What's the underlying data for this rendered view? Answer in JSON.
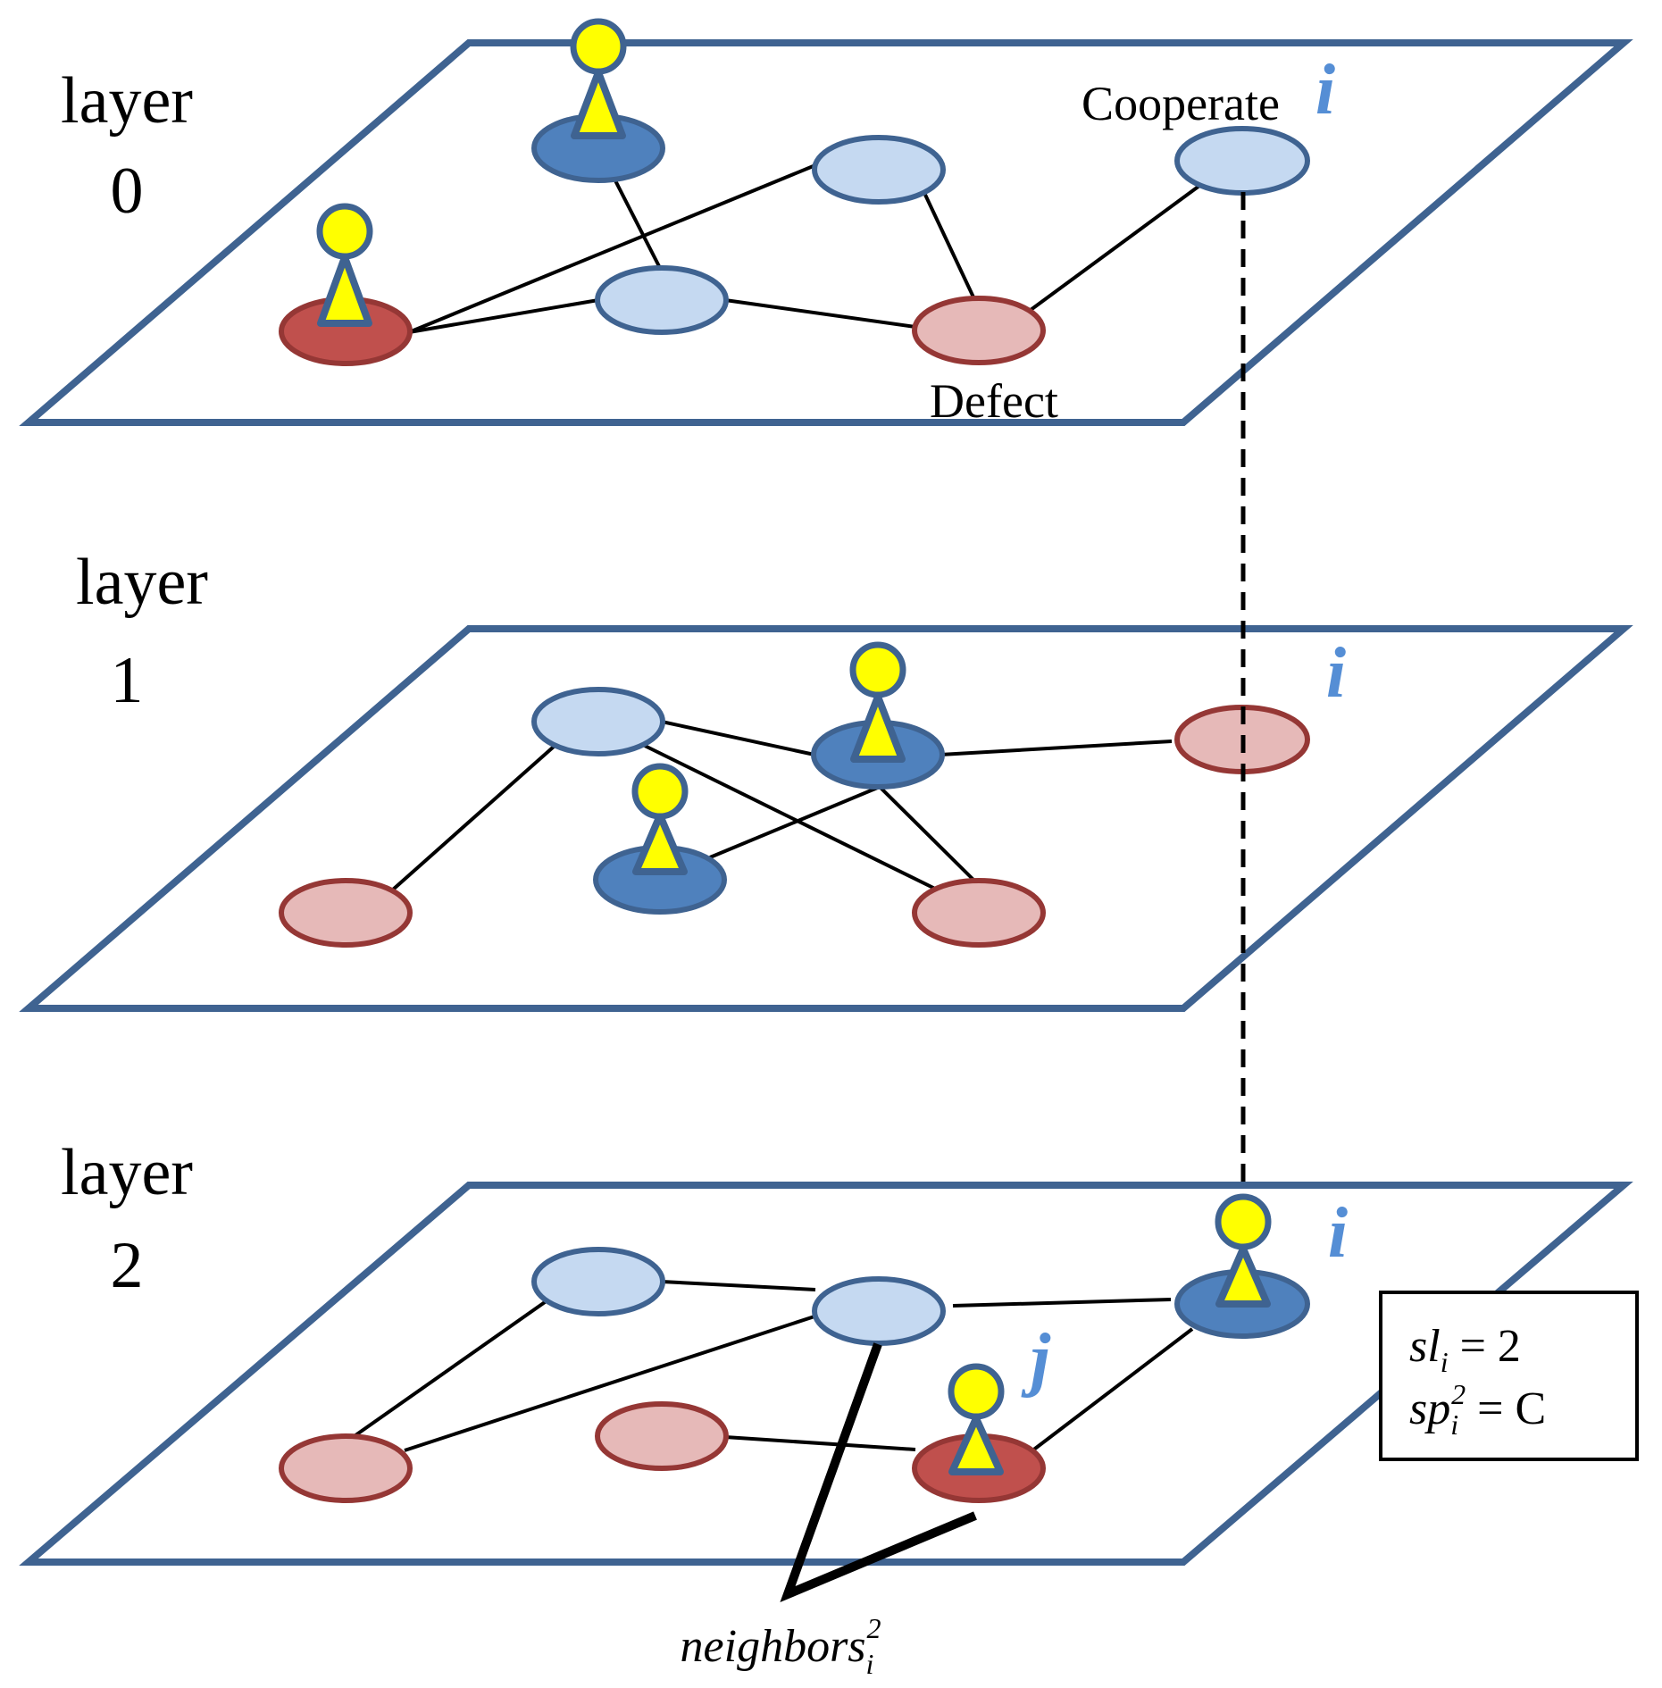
{
  "colors": {
    "plane_stroke": "#3F6391",
    "edge": "#000000",
    "coop_fill": "#C5D9F1",
    "coop_stroke": "#3F6391",
    "coop_selected_fill": "#4F81BD",
    "defect_fill": "#E6B9B8",
    "defect_stroke": "#953735",
    "defect_selected_fill": "#C0504D",
    "agent_head": "#FFFF00",
    "agent_stroke": "#3F6391",
    "label_blue": "#558ED5"
  },
  "layers": [
    {
      "name": "layer",
      "index": "0",
      "node_i_label": "i",
      "annotations": {
        "cooperate": "Cooperate",
        "defect": "Defect"
      }
    },
    {
      "name": "layer",
      "index": "1",
      "node_i_label": "i"
    },
    {
      "name": "layer",
      "index": "2",
      "node_i_label": "i",
      "node_j_label": "j"
    }
  ],
  "neighbors_label": {
    "base": "neighbors",
    "sub": "i",
    "sup": "2"
  },
  "info_box": {
    "line1": {
      "var": "sl",
      "sub": "i",
      "rest": " = 2"
    },
    "line2": {
      "var": "sp",
      "sub": "i",
      "sup": "2",
      "rest": " = C"
    }
  }
}
